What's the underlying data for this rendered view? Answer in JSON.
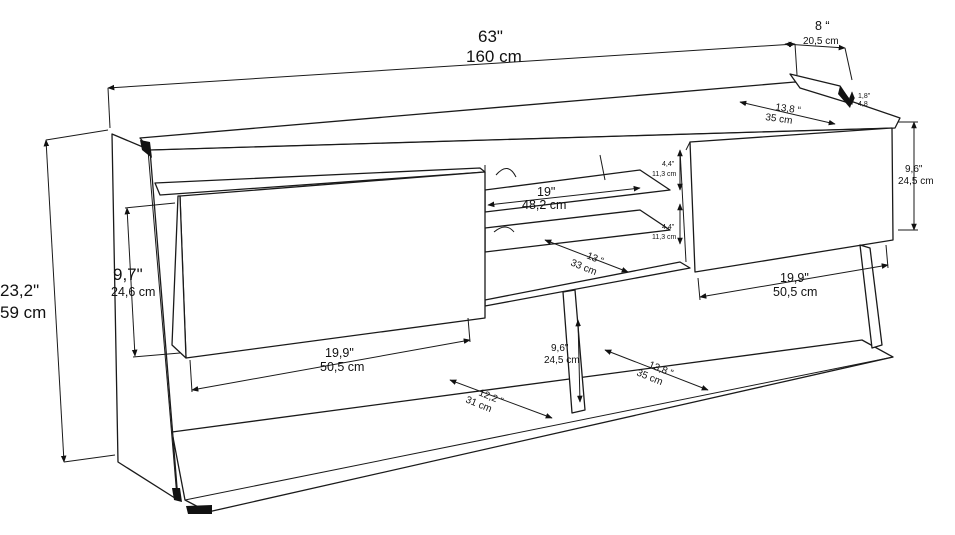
{
  "dimensions": {
    "width": {
      "in": "63\"",
      "cm": "160 cm"
    },
    "depth": {
      "in": "8 “",
      "cm": "20,5 cm"
    },
    "height": {
      "in": "23,2\"",
      "cm": "59 cm"
    },
    "back_lip": {
      "in": "1,8\"",
      "cm": "4,8"
    },
    "top_right_depth": {
      "in": "13,8 “",
      "cm": "35 cm"
    },
    "left_door_height": {
      "in": "9,7\"",
      "cm": "24,6 cm"
    },
    "left_door_width": {
      "in": "19,9\"",
      "cm": "50,5 cm"
    },
    "right_door_height": {
      "in": "9,6\"",
      "cm": "24,5 cm"
    },
    "right_door_width": {
      "in": "19,9\"",
      "cm": "50,5 cm"
    },
    "shelf_gap_top": {
      "in": "4,4\"",
      "cm": "11,3 cm"
    },
    "shelf_gap_bottom": {
      "in": "4,4\"",
      "cm": "11,3 cm"
    },
    "middle_width": {
      "in": "19\"",
      "cm": "48,2 cm"
    },
    "middle_depth": {
      "in": "13 “",
      "cm": "33 cm"
    },
    "lower_height": {
      "in": "9,6\"",
      "cm": "24,5 cm"
    },
    "lower_left_depth": {
      "in": "12,2 “",
      "cm": "31 cm"
    },
    "lower_right_depth": {
      "in": "13,8 “",
      "cm": "35 cm"
    }
  }
}
